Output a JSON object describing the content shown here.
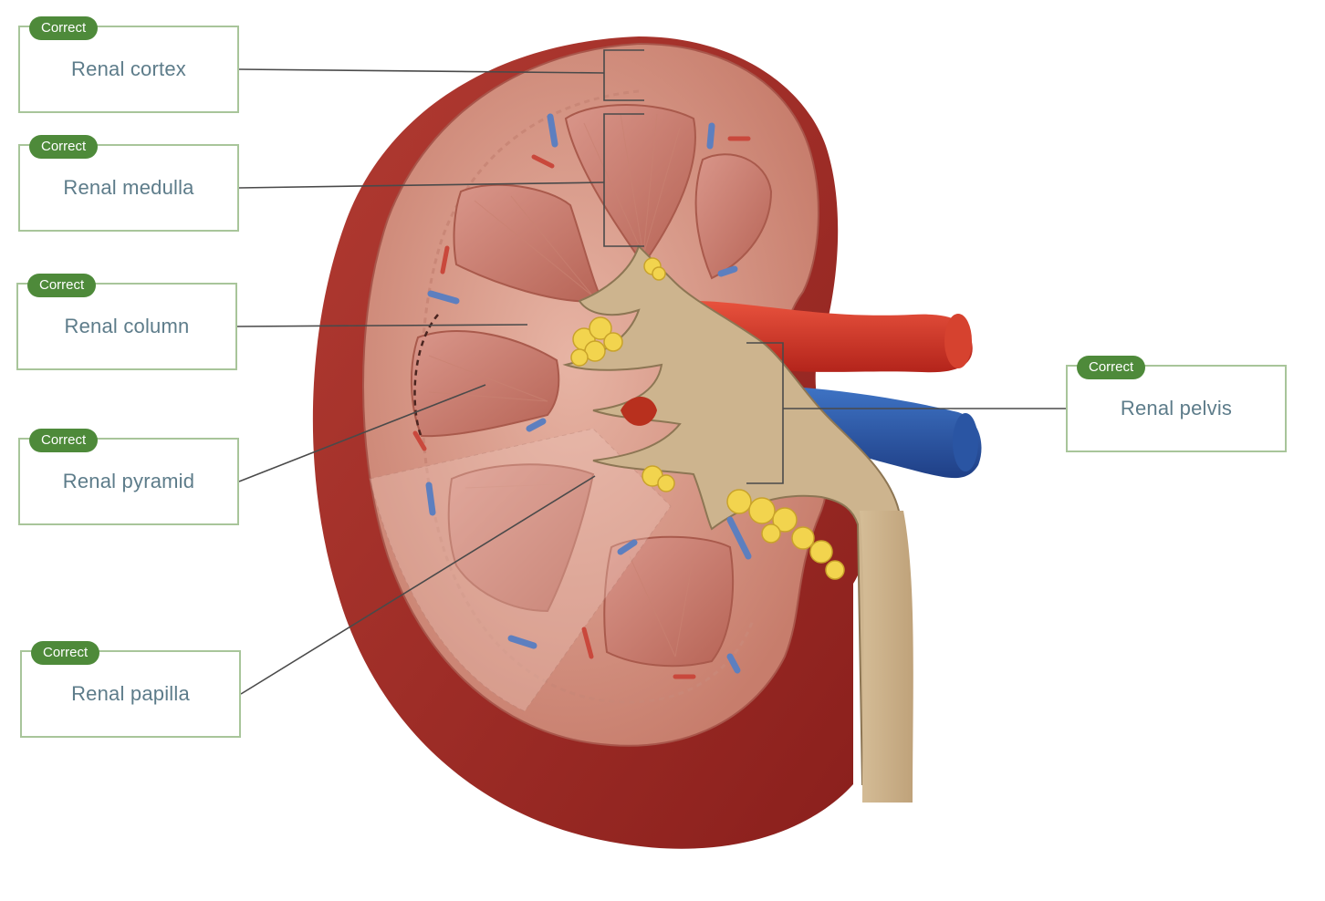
{
  "colors": {
    "badge": "#4e8a3a",
    "box_border": "#a8c59a",
    "label_text": "#5d7c8a",
    "artery": "#d7382a",
    "vein": "#2f5fae",
    "kidney_capsule": "#a6302a",
    "pelvis": "#cdb48e",
    "fat": "#f2d44e"
  },
  "labels": [
    {
      "id": "renal-cortex",
      "badge": "Correct",
      "text": "Renal cortex"
    },
    {
      "id": "renal-medulla",
      "badge": "Correct",
      "text": "Renal medulla"
    },
    {
      "id": "renal-column",
      "badge": "Correct",
      "text": "Renal column"
    },
    {
      "id": "renal-pyramid",
      "badge": "Correct",
      "text": "Renal pyramid"
    },
    {
      "id": "renal-papilla",
      "badge": "Correct",
      "text": "Renal papilla"
    },
    {
      "id": "renal-pelvis",
      "badge": "Correct",
      "text": "Renal pelvis"
    }
  ]
}
